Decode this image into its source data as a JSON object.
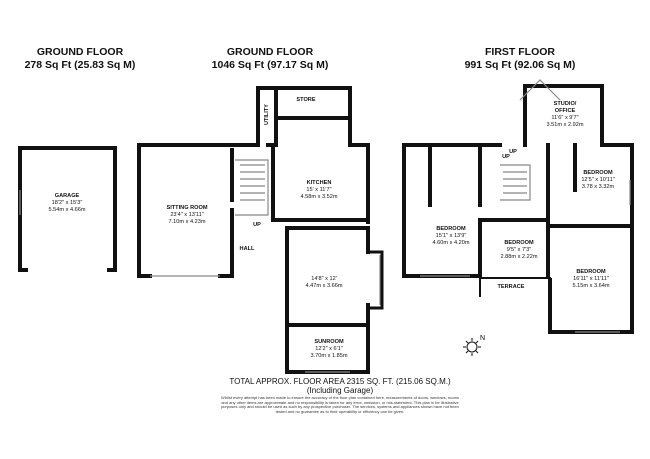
{
  "headers": [
    {
      "title": "GROUND FLOOR",
      "area": "278 Sq Ft (25.83 Sq M)"
    },
    {
      "title": "GROUND FLOOR",
      "area": "1046 Sq Ft (97.17 Sq M)"
    },
    {
      "title": "FIRST FLOOR",
      "area": "991 Sq Ft (92.06 Sq M)"
    }
  ],
  "rooms": {
    "garage": {
      "name": "GARAGE",
      "imperial": "18'2\" x 15'3\"",
      "metric": "5.54m x 4.66m"
    },
    "sitting": {
      "name": "SITTING ROOM",
      "imperial": "23'4\" x 13'11\"",
      "metric": "7.10m x 4.23m"
    },
    "kitchen": {
      "name": "KITCHEN",
      "imperial": "15' x 11'7\"",
      "metric": "4.58m x 3.52m"
    },
    "store": {
      "name": "STORE"
    },
    "utility": {
      "name": "UTILITY"
    },
    "hall": {
      "name": "HALL"
    },
    "up_ground": {
      "name": "UP"
    },
    "reception": {
      "imperial": "14'8\" x 12'",
      "metric": "4.47m x 3.66m"
    },
    "sunroom": {
      "name": "SUNROOM",
      "imperial": "12'2\" x 6'1\"",
      "metric": "3.70m x 1.85m"
    },
    "studio": {
      "name": "STUDIO/",
      "name2": "OFFICE",
      "imperial": "11'6\" x 9'7\"",
      "metric": "3.51m x 2.92m"
    },
    "bedroom1": {
      "name": "BEDROOM",
      "imperial": "12'5\" x 10'11\"",
      "metric": "3.78 x 3.32m"
    },
    "bedroom2": {
      "name": "BEDROOM",
      "imperial": "15'1\" x 13'9\"",
      "metric": "4.60m x 4.20m"
    },
    "bedroom3": {
      "name": "BEDROOM",
      "imperial": "9'5\" x 7'3\"",
      "metric": "2.88m x 2.22m"
    },
    "bedroom4": {
      "name": "BEDROOM",
      "imperial": "16'11\" x 11'11\"",
      "metric": "5.15m x 3.64m"
    },
    "terrace": {
      "name": "TERRACE"
    },
    "up_first_a": {
      "name": "UP"
    },
    "up_first_b": {
      "name": "UP"
    }
  },
  "compass": {
    "label": "N"
  },
  "footer": {
    "total": "TOTAL APPROX. FLOOR AREA 2315 SQ. FT. (215.06 SQ.M.)",
    "including": "(Including Garage)",
    "disclaimer": "Whilst every attempt has been made to ensure the accuracy of the floor plan contained here, measurements of doors, windows, rooms and any other items are approximate and no responsibility is taken for any error, omission, or mis-statement. This plan is for illustrative purposes only and should be used as such by any prospective purchaser. The services, systems and appliances shown have not been tested and no guarantee as to their operability or efficiency can be given."
  },
  "colors": {
    "wall": "#111111",
    "background": "#ffffff"
  }
}
